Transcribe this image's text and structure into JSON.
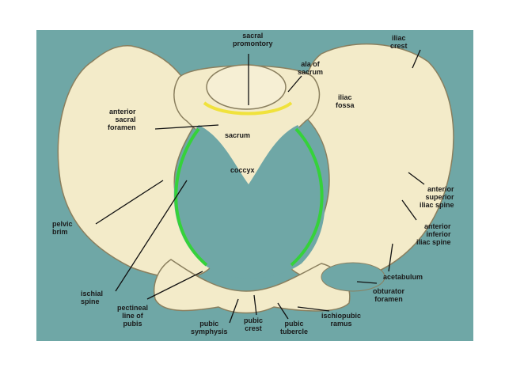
{
  "labels": {
    "sacral_promontory": "sacral\npromontory",
    "iliac_crest": "iliac\ncrest",
    "ala_of_sacrum": "ala of\nsacrum",
    "iliac_fossa": "iliac\nfossa",
    "anterior_sacral_foramen": "anterior\nsacral\nforamen",
    "sacrum": "sacrum",
    "coccyx": "coccyx",
    "anterior_superior_iliac_spine": "anterior\nsuperior\niliac spine",
    "anterior_inferior_iliac_spine": "anterior\ninferior\niliac spine",
    "pelvic_brim": "pelvic\nbrim",
    "acetabulum": "acetabulum",
    "obturator_foramen": "obturator\nforamen",
    "ischial_spine": "ischial\nspine",
    "pectineal_line_of_pubis": "pectineal\nline of\npubis",
    "pubic_symphysis": "pubic\nsymphysis",
    "pubic_crest": "pubic\ncrest",
    "pubic_tubercle": "pubic\ntubercle",
    "ischiopubic_ramus": "ischiopubic\nramus"
  },
  "colors": {
    "background": "#6fa7a6",
    "bone": "#f3ebc9",
    "bone_outline": "#8a7f5e",
    "pelvic_brim_line": "#35d23a",
    "promontory_line": "#f0e23c",
    "leader_lines": "#111111"
  }
}
